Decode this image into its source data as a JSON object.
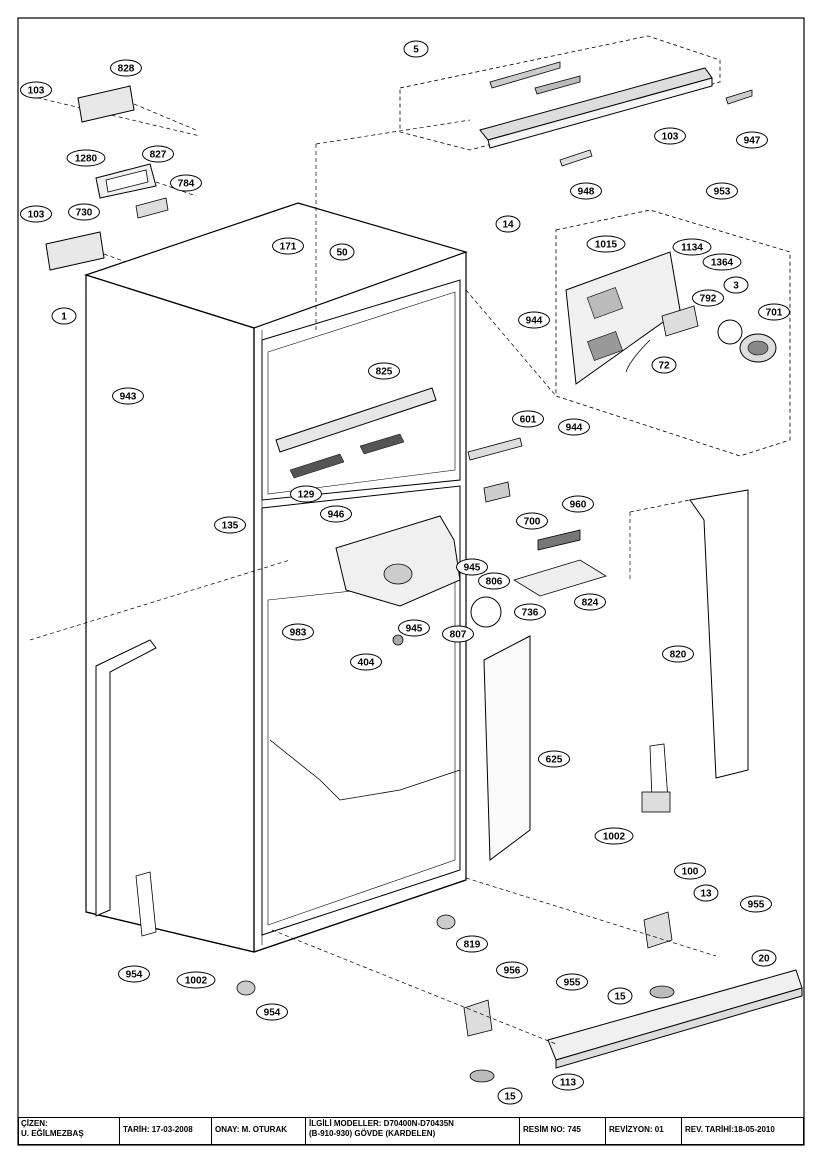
{
  "drawing": {
    "callouts": [
      "5",
      "828",
      "103",
      "1280",
      "827",
      "784",
      "730",
      "103",
      "103",
      "947",
      "948",
      "953",
      "171",
      "50",
      "14",
      "1015",
      "1134",
      "1364",
      "3",
      "792",
      "701",
      "944",
      "72",
      "1",
      "943",
      "825",
      "601",
      "944",
      "129",
      "946",
      "135",
      "960",
      "700",
      "945",
      "806",
      "824",
      "736",
      "945",
      "807",
      "983",
      "404",
      "820",
      "625",
      "1002",
      "100",
      "13",
      "955",
      "20",
      "954",
      "819",
      "1002",
      "954",
      "956",
      "955",
      "15",
      "15",
      "113"
    ]
  },
  "title_block": {
    "cizen_label": "ÇİZEN:",
    "cizen_value": "U. EĞİLMEZBAŞ",
    "tarih": "TARİH: 17-03-2008",
    "onay": "ONAY: M. OTURAK",
    "models_line1": "İLGİLİ MODELLER: D70400N-D70435N",
    "models_line2": "(B-910-930) GÖVDE (KARDELEN)",
    "resim": "RESİM NO: 745",
    "revizyon": "REVİZYON: 01",
    "rev_tarih": "REV. TARİHİ:18-05-2010"
  }
}
